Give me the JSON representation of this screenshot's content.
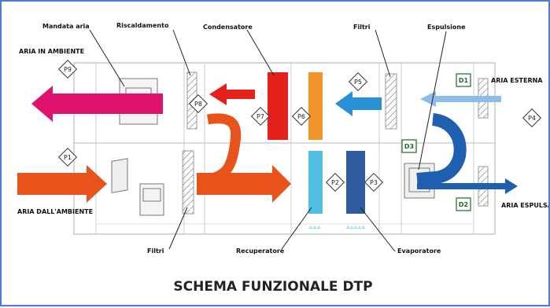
{
  "diagram": {
    "title": "SCHEMA FUNZIONALE DTP",
    "labels": {
      "mandata_aria": "Mandata aria",
      "riscaldamento": "Riscaldamento",
      "condensatore": "Condensatore",
      "filtri_top": "Filtri",
      "espulsione": "Espulsione",
      "aria_in_ambiente": "ARIA IN AMBIENTE",
      "aria_esterna": "ARIA ESTERNA",
      "aria_dall_ambiente": "ARIA DALL'AMBIENTE",
      "aria_espulsa": "ARIA ESPULSA",
      "filtri_bottom": "Filtri",
      "recuperatore": "Recuperatore",
      "evaporatore": "Evaporatore"
    },
    "points": {
      "p9": "P9",
      "p8": "P8",
      "p7": "P7",
      "p6": "P6",
      "p5": "P5",
      "p4": "P4",
      "p1": "P1",
      "p2": "P2",
      "p3": "P3",
      "d1": "D1",
      "d2": "D2",
      "d3": "D3"
    },
    "colors": {
      "frame": "#4a7bd6",
      "supply_arrow": "#e0126f",
      "return_arrow": "#e8531c",
      "condenser": "#e3201b",
      "coil_orange": "#f0952a",
      "recuperator": "#4fc0e3",
      "evaporator": "#2f5b9c",
      "fresh_air": "#8dbce8",
      "exhaust": "#1f5fb0",
      "filter_arrow": "#2b8fd6"
    }
  }
}
